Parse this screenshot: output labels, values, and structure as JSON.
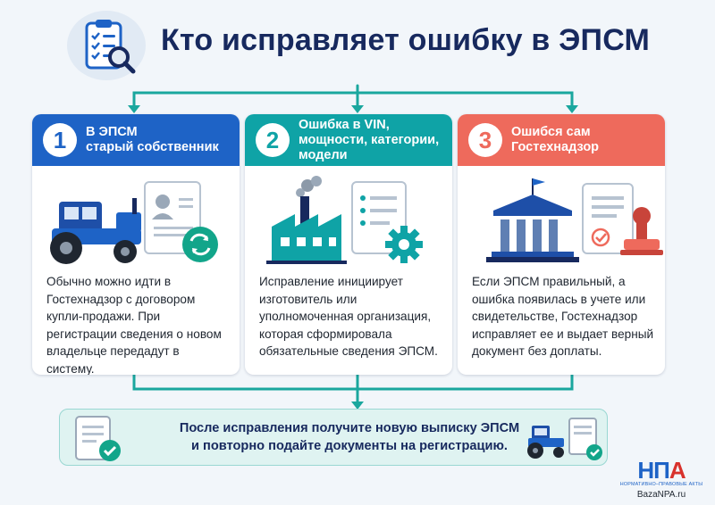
{
  "title": "Кто исправляет ошибку в ЭПСМ",
  "cards": [
    {
      "number": "1",
      "head_lines": [
        "В ЭПСМ",
        "старый собственник"
      ],
      "body": "Обычно можно идти в Гостехнадзор с договором купли-продажи. При регистрации сведения о новом владельце передадут в систему.",
      "icons": [
        "tractor-icon",
        "document-person-icon",
        "refresh-icon"
      ]
    },
    {
      "number": "2",
      "head_lines": [
        "Ошибка в VIN,",
        "мощности, категории,",
        "модели"
      ],
      "body": "Исправление инициирует изготовитель или уполномоченная организация, которая сформировала обязательные сведения ЭПСМ.",
      "icons": [
        "factory-icon",
        "document-list-icon",
        "gear-icon"
      ]
    },
    {
      "number": "3",
      "head_lines": [
        "Ошибся сам",
        "Гостехнадзор"
      ],
      "body": "Если ЭПСМ правильный, а ошибка появилась в учете или свидетельстве, Гостехнадзор исправляет ее и выдает верный документ без доплаты.",
      "icons": [
        "government-building-icon",
        "document-check-icon",
        "stamp-icon"
      ]
    }
  ],
  "bottom": {
    "lines": [
      "После исправления получите новую выписку ЭПСМ",
      "и повторно подайте документы на регистрацию."
    ],
    "icons": [
      "document-check-icon",
      "tractor-icon",
      "document-check-icon"
    ]
  },
  "logo": {
    "letters_blue": "НП",
    "letters_red": "А",
    "subtitle": "НОРМАТИВНО–ПРАВОВЫЕ АКТЫ",
    "url": "BazaNPA.ru"
  },
  "colors": {
    "title": "#17295e",
    "card1": "#1e63c6",
    "card2": "#0fa3a6",
    "card3": "#ee6a5c",
    "connector": "#1aa79e",
    "background": "#f2f6fa"
  }
}
